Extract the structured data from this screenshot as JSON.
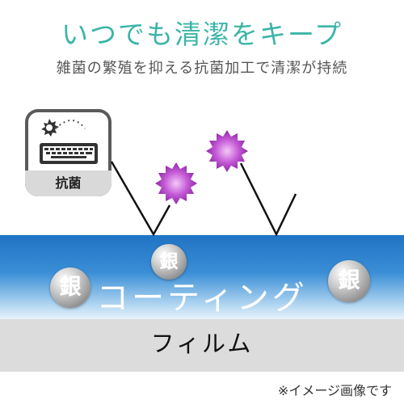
{
  "header": {
    "title": "いつでも清潔をキープ",
    "subtitle": "雑菌の繁殖を抑える抗菌加工で清潔が持続"
  },
  "antibacterial_badge": {
    "label": "抗菌",
    "icons": [
      "germ-icon",
      "keyboard-icon"
    ]
  },
  "layers": {
    "coating_label": "コーティング",
    "film_label": "フィルム",
    "silver_ions": [
      "銀",
      "銀",
      "銀"
    ]
  },
  "footer": {
    "note": "※イメージ画像です"
  },
  "colors": {
    "title": "#3bb5a8",
    "coating_top": "#1f73c4",
    "germ": "#b24fc4",
    "film": "#dcdcdc",
    "badge": "#5a5a5a"
  }
}
